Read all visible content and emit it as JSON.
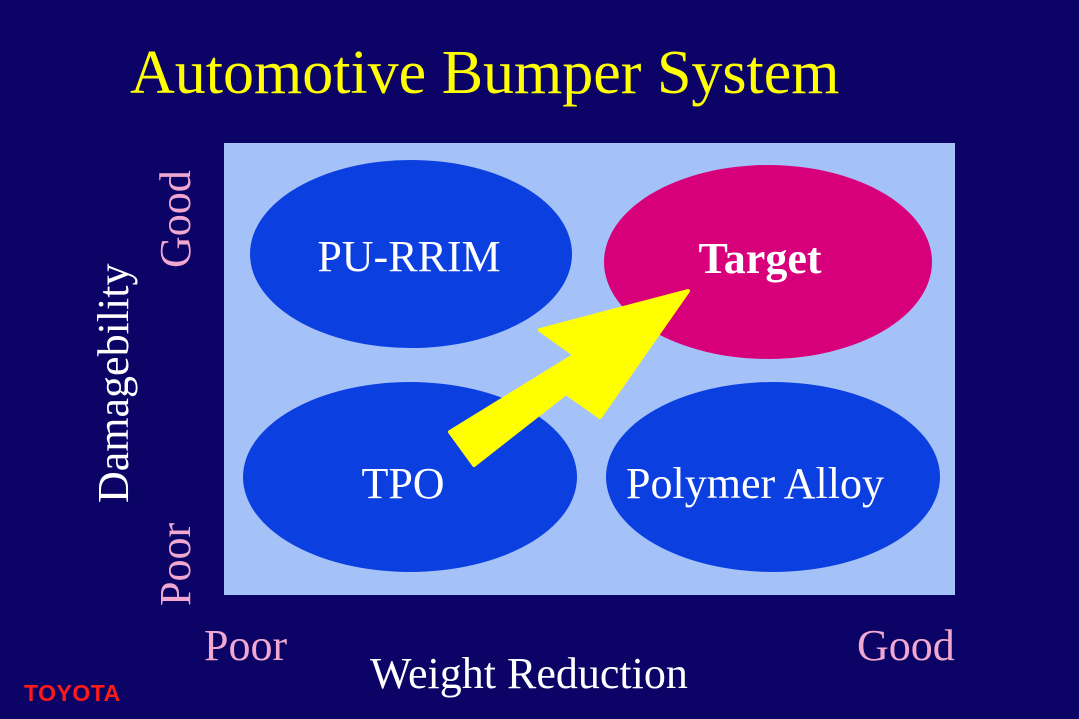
{
  "title": "Automotive Bumper System",
  "quadrants": {
    "top_left": "PU-RRIM",
    "top_right": "Target",
    "bottom_left": "TPO",
    "bottom_right": "Polymer Alloy"
  },
  "y_axis": {
    "title": "Damagebility",
    "high": "Good",
    "low": "Poor"
  },
  "x_axis": {
    "title": "Weight Reduction",
    "low": "Poor",
    "high": "Good"
  },
  "logo": "TOYOTA",
  "colors": {
    "background": "#0b0466",
    "title": "#ffff00",
    "panel": "#a4c2f8",
    "ellipse": "#0b3fe0",
    "target": "#d8007a",
    "arrow": "#ffff00",
    "axis_end_labels": "#f0a8d0",
    "logo": "#ff1a1a"
  }
}
